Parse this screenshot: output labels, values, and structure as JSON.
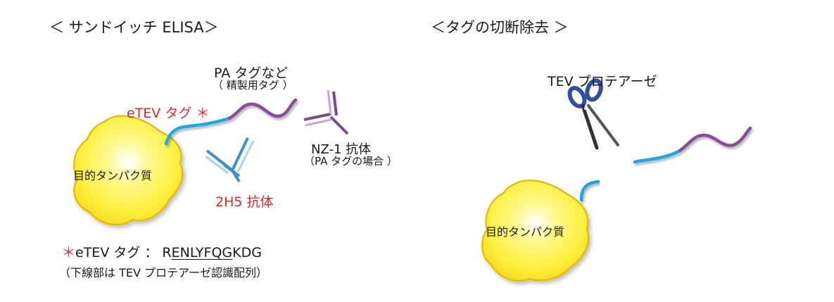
{
  "left_panel": {
    "title": "＜ サンドイッチ ELISA＞",
    "tag_label": "PA タグなど",
    "tag_sublabel": "（ 精製用タグ ）",
    "etev_label": "eTEV タグ ＊",
    "nz1_label": "NZ-1 抗体",
    "nz1_sublabel": "（PA タグの場合 ）",
    "protein_label": "目的タンパク質",
    "antibody_2h5_label": "2H5 抗体",
    "footnote_star": "＊",
    "footnote_name": "eTEV タグ ： R",
    "footnote_seq_underlined": "ENLYFQG",
    "footnote_seq_rest": "KDG",
    "footnote_note": "（下線部は TEV プロテアーゼ認識配列）"
  },
  "right_panel": {
    "title": "＜タグの切断除去 ＞",
    "enzyme_label": "TEV プロテアーゼ",
    "protein_label": "目的タンパク質"
  },
  "colors": {
    "etev_tag": "#1ea9df",
    "pa_tag": "#8b4b9c",
    "antibody_2h5_dark": "#3d8fd0",
    "antibody_2h5_light": "#a9d3f0",
    "antibody_nz1_dark": "#7b4a8f",
    "antibody_nz1_light": "#c7a5d2",
    "protein_fill": "#fff04a",
    "protein_stroke": "#e8b800",
    "scissors_handle": "#2f4fa0",
    "red_text": "#e4262d"
  },
  "icons": [
    "scissors-icon"
  ]
}
